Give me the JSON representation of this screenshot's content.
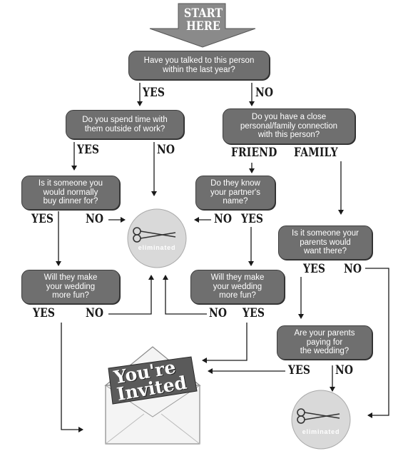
{
  "start": {
    "line1": "START",
    "line2": "HERE"
  },
  "questions": {
    "q1": "Have you talked to this person\nwithin the last year?",
    "q2": "Do you spend time with\nthem outside of work?",
    "q3": "Do you have a close\npersonal/family connection\nwith this person?",
    "q4": "Is it someone you\nwould normally\nbuy dinner for?",
    "q5": "Do they know\nyour partner's\nname?",
    "q6": "Is it someone your\nparents would\nwant there?",
    "q7": "Will they make\nyour wedding\nmore fun?",
    "q8": "Will they make\nyour wedding\nmore fun?",
    "q9": "Are your parents\npaying for\nthe wedding?"
  },
  "labels": {
    "q1_yes": "YES",
    "q1_no": "NO",
    "q2_yes": "YES",
    "q2_no": "NO",
    "q3_friend": "FRIEND",
    "q3_family": "FAMILY",
    "q4_yes": "YES",
    "q4_no": "NO",
    "q5_no": "NO",
    "q5_yes": "YES",
    "q6_yes": "YES",
    "q6_no": "NO",
    "q7_yes": "YES",
    "q7_no": "NO",
    "q8_no": "NO",
    "q8_yes": "YES",
    "q9_yes": "YES",
    "q9_no": "NO"
  },
  "outcomes": {
    "eliminated": "eliminated",
    "eliminated_2": "eliminated",
    "invited_line1": "You're",
    "invited_line2": "Invited"
  },
  "colors": {
    "box_fill": "#6f6f6f",
    "arrow": "#1a1a1a",
    "start_arrow": "#8a8a8a",
    "circle": "#d9d9d9",
    "banner": "#5a5a5a"
  },
  "icons": [
    "scissors-icon",
    "envelope-icon"
  ]
}
